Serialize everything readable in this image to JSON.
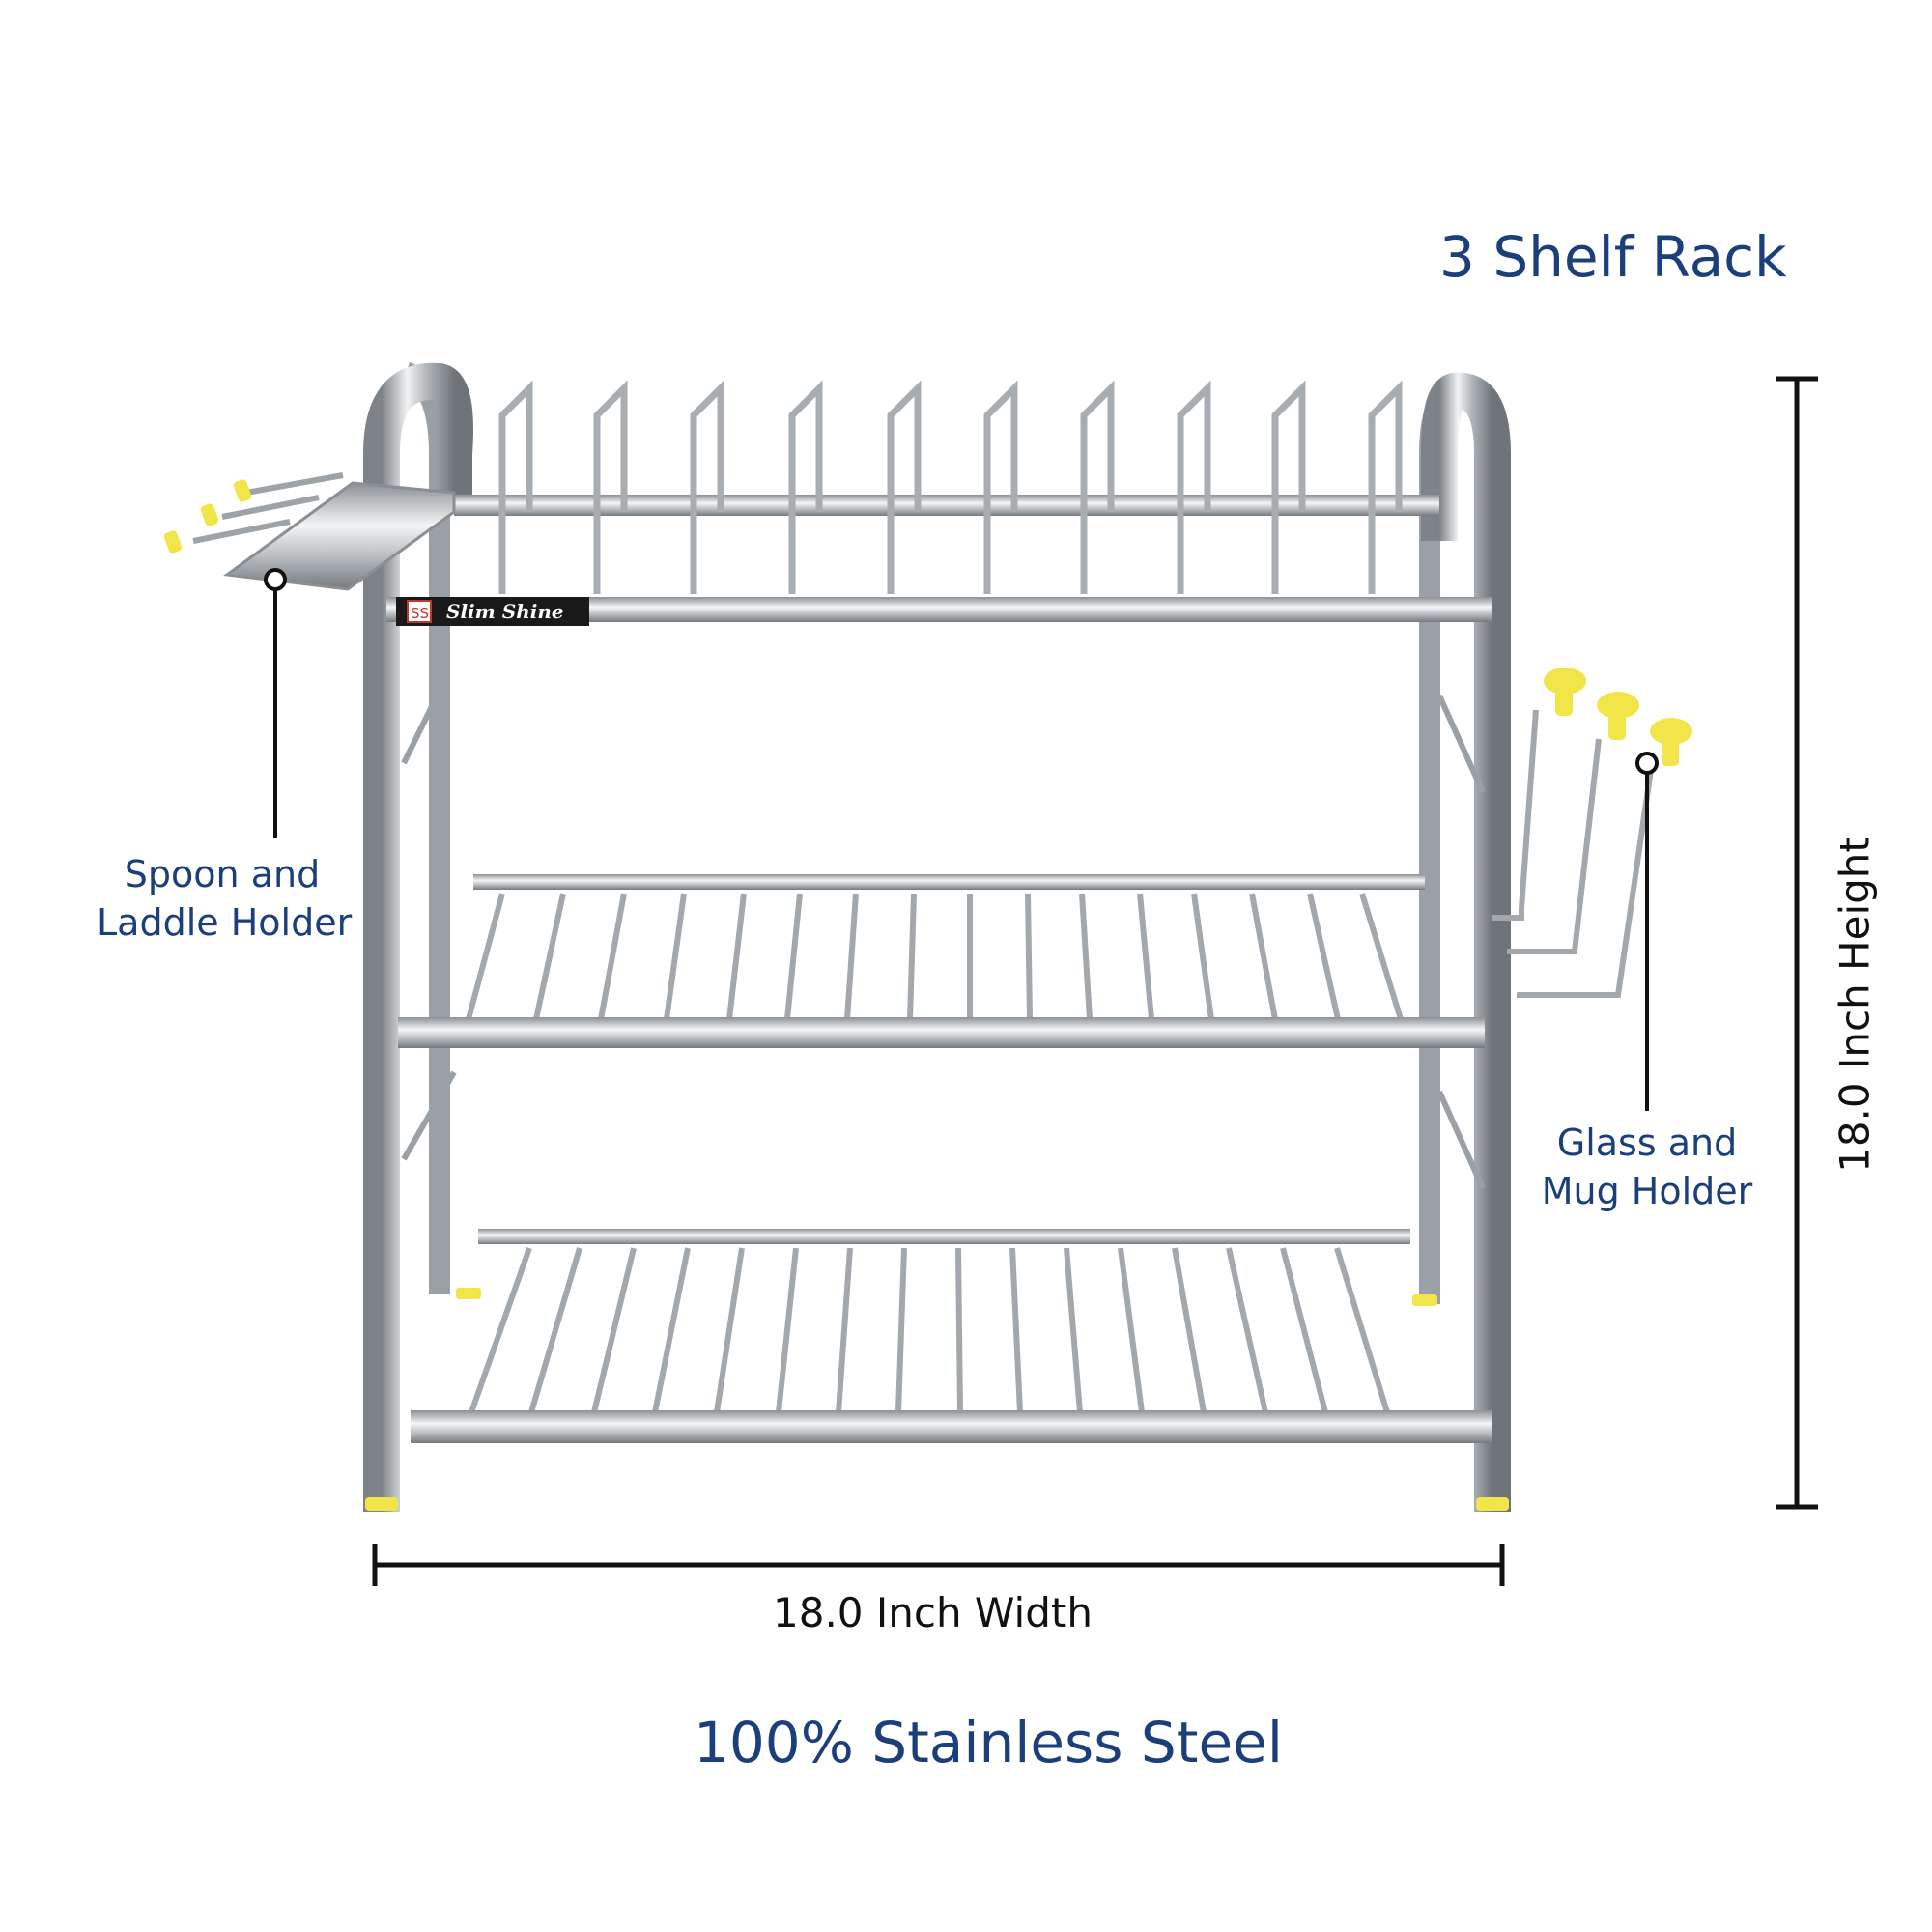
{
  "title": "3 Shelf Rack",
  "bottom_caption": "100% Stainless Steel",
  "callouts": {
    "spoon_holder": {
      "line1": "Spoon and",
      "line2": "Laddle Holder"
    },
    "glass_holder": {
      "line1": "Glass and",
      "line2": "Mug Holder"
    }
  },
  "dimensions": {
    "width_label": "18.0 Inch Width",
    "height_label": "18.0 Inch Height"
  },
  "brand_badge": {
    "logo": "SS",
    "name": "Slim Shine"
  },
  "colors": {
    "caption_blue": "#1b3f7a",
    "steel": "#b8bcc0",
    "steel_dark": "#6f7479",
    "hook_yellow": "#f2e54a",
    "dimension_black": "#111111"
  }
}
